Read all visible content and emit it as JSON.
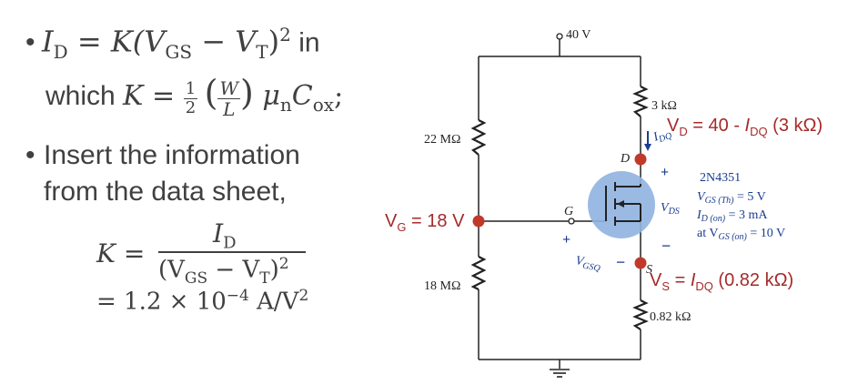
{
  "bullets": [
    {
      "text_pre": "•",
      "eq1": "I",
      "eq1_sub": "D",
      "eq1_rest": " = K(V",
      "eq1_sub2": "GS",
      "eq1_rest2": " − V",
      "eq1_sub3": "T",
      "eq1_rest3": ")",
      "eq1_sup": "2",
      "in_word": " in",
      "which": "which K = ",
      "half_num": "1",
      "half_den": "2",
      "wl_num": "W",
      "wl_den": "L",
      "mu": " μ",
      "mu_sub": "n",
      "cox": "C",
      "cox_sub": "ox",
      "semi": ";"
    },
    {
      "text_pre": "•",
      "line1": "Insert the information",
      "line2": "from the data sheet,"
    }
  ],
  "k_formula": {
    "lhs": "K =",
    "num": "I",
    "num_sub": "D",
    "den": "(V",
    "den_sub1": "GS",
    "den_mid": " − V",
    "den_sub2": "T",
    "den_end": ")",
    "den_sup": "2",
    "result": "= 1.2 × 10",
    "result_sup": "−4",
    "result_unit": " A/V",
    "result_unit_sup": "2"
  },
  "circuit": {
    "supply": "40 V",
    "r1": "22 MΩ",
    "r2": "18 MΩ",
    "rd": "3 kΩ",
    "rs": "0.82 kΩ",
    "vg_label": "V",
    "vg_sub": "G",
    "vg_val": " = 18 V",
    "vd_label": "V",
    "vd_sub": "D",
    "vd_val": " = 40 - ",
    "vd_i": "I",
    "vd_isub": "DQ",
    "vd_r": " (3 kΩ)",
    "vs_label": "V",
    "vs_sub": "S",
    "vs_val": " = ",
    "vs_i": "I",
    "vs_isub": "DQ",
    "vs_r": " (0.82 kΩ)",
    "id_label": "I",
    "id_sub": "DQ",
    "node_d": "D",
    "node_g": "G",
    "node_s": "S",
    "plus": "+",
    "minus": "−",
    "vds": "V",
    "vds_sub": "DS",
    "vgsq": "V",
    "vgsq_sub": "GSQ",
    "part": "2N4351",
    "spec1_a": "V",
    "spec1_sub": "GS (Th)",
    "spec1_val": " = 5 V",
    "spec2_a": "I",
    "spec2_sub": "D (on)",
    "spec2_val": " = 3 mA",
    "spec3_pre": "at V",
    "spec3_sub": "GS (on)",
    "spec3_val": " = 10 V"
  },
  "colors": {
    "accent_red": "#a52a2a",
    "node_red": "#c0392b",
    "mosfet_blue": "#8fb3e0",
    "spec_blue": "#1a3d8f",
    "text_gray": "#404040"
  }
}
